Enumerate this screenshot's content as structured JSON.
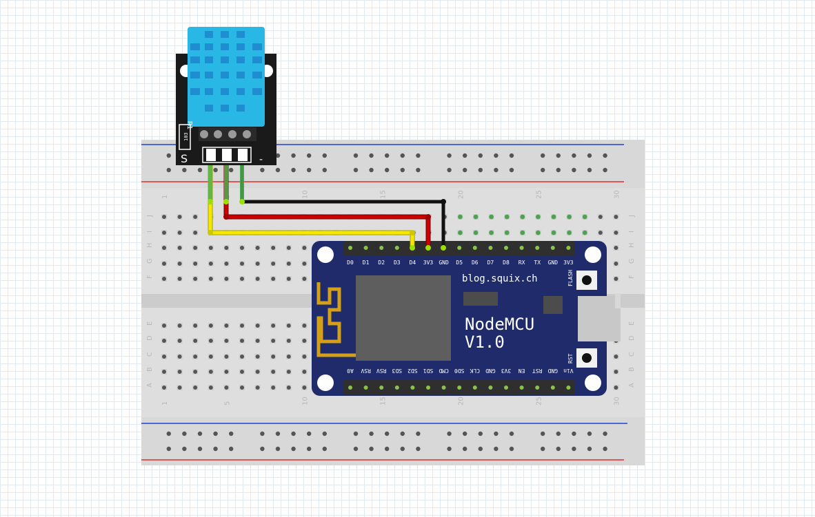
{
  "breadboard": {
    "row_letters": [
      "J",
      "I",
      "H",
      "G",
      "F",
      "E",
      "D",
      "C",
      "B",
      "A"
    ],
    "column_numbers": [
      "1",
      "5",
      "10",
      "15",
      "20",
      "25",
      "30"
    ],
    "rail_color_top": "#1f3fd4",
    "rail_color_bottom": "#e02a2a"
  },
  "sensor": {
    "name": "DHT11 module",
    "pin_labels": {
      "s": "S",
      "minus": "-"
    },
    "component_label": "R1",
    "resistor_code": "103",
    "body_color": "#29b8e6",
    "board_color": "#1a1a1a"
  },
  "nodemcu": {
    "title_line1": "NodeMCU",
    "title_line2": "V1.0",
    "site": "blog.squix.ch",
    "flash_label": "FLASH",
    "rst_label": "RST",
    "top_pins": [
      "D0",
      "D1",
      "D2",
      "D3",
      "D4",
      "3V3",
      "GND",
      "D5",
      "D6",
      "D7",
      "D8",
      "RX",
      "TX",
      "GND",
      "3V3"
    ],
    "bottom_pins": [
      "A0",
      "RSV",
      "RSV",
      "SD3",
      "SD2",
      "SD1",
      "CMD",
      "SD0",
      "CLK",
      "GND",
      "3V3",
      "EN",
      "RST",
      "GND",
      "Vin"
    ],
    "board_color": "#1f2b6b"
  },
  "wires": [
    {
      "name": "data-wire",
      "color": "#f5e800",
      "from": "S",
      "to": "D4"
    },
    {
      "name": "vcc-wire",
      "color": "#cc0000",
      "from": "+",
      "to": "3V3"
    },
    {
      "name": "ground-wire",
      "color": "#111111",
      "from": "-",
      "to": "GND"
    }
  ]
}
